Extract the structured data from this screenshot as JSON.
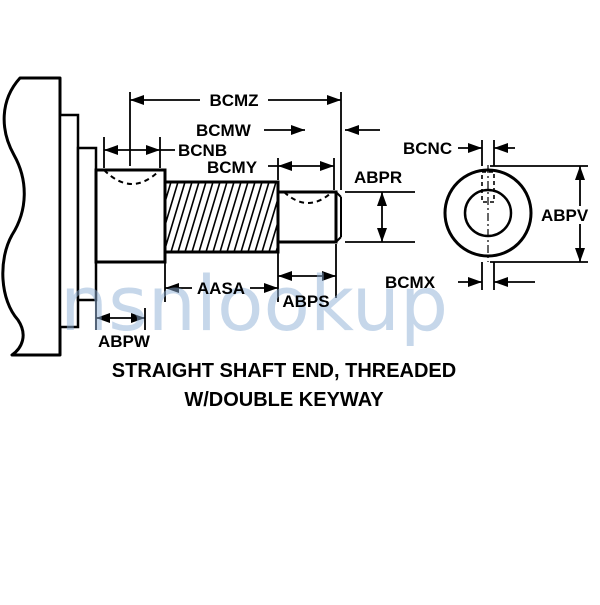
{
  "labels": {
    "bcmz": "BCMZ",
    "bcmw": "BCMW",
    "bcnb": "BCNB",
    "bcmy": "BCMY",
    "bcnc": "BCNC",
    "abpr": "ABPR",
    "abpv": "ABPV",
    "aasa": "AASA",
    "abps": "ABPS",
    "bcmx": "BCMX",
    "abpw": "ABPW"
  },
  "caption": {
    "line1": "STRAIGHT SHAFT END, THREADED",
    "line2": "W/DOUBLE KEYWAY"
  },
  "watermark": "nsnlookup"
}
